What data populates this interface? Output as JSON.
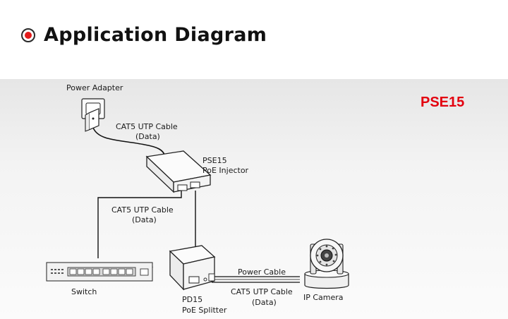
{
  "header": {
    "title": "Application Diagram",
    "icon": "radio-bullet-icon",
    "bullet_color": "#e31b1b"
  },
  "product_code": {
    "text": "PSE15",
    "color": "#e3000f"
  },
  "devices": {
    "power_adapter": "Power Adapter",
    "injector_model": "PSE15",
    "injector_name": "PoE Injector",
    "switch": "Switch",
    "splitter_model": "PD15",
    "splitter_name": "PoE Splitter",
    "camera": "IP Camera"
  },
  "cables": {
    "adapter_to_injector": {
      "name": "CAT5 UTP Cable",
      "type": "(Data)"
    },
    "switch_to_injector": {
      "name": "CAT5 UTP Cable",
      "type": "(Data)"
    },
    "power_cable": "Power Cable",
    "splitter_to_camera": {
      "name": "CAT5 UTP Cable",
      "type": "(Data)"
    }
  }
}
